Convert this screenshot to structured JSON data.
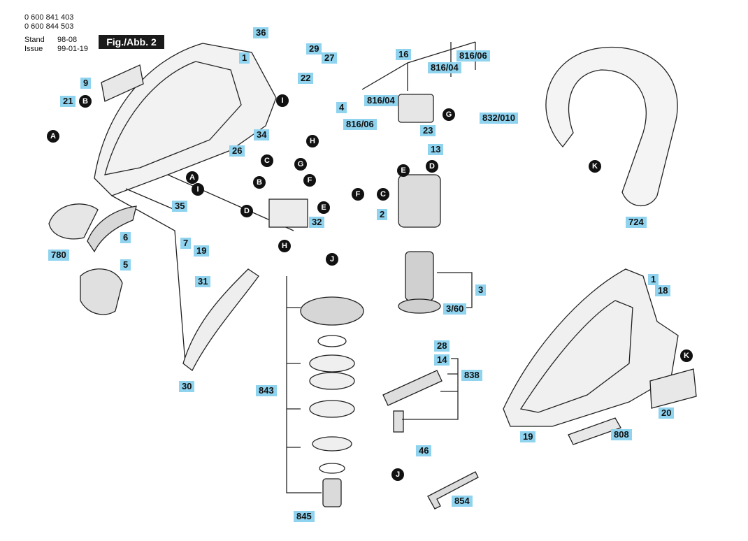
{
  "header": {
    "part_numbers": [
      "0 600 841 403",
      "0 600 844 503"
    ],
    "stand_label": "Stand",
    "stand_value": "98-08",
    "issue_label": "Issue",
    "issue_value": "99-01-19",
    "figure_label": "Fig./Abb. 2"
  },
  "labels": [
    "36",
    "1",
    "29",
    "27",
    "22",
    "4",
    "9",
    "21",
    "34",
    "26",
    "16",
    "816/06",
    "816/04",
    "816/04",
    "816/06",
    "832/010",
    "23",
    "13",
    "2",
    "35",
    "780",
    "6",
    "7",
    "19",
    "5",
    "32",
    "31",
    "30",
    "843",
    "28",
    "14",
    "838",
    "3",
    "3/60",
    "46",
    "854",
    "845",
    "724",
    "1",
    "18",
    "20",
    "19",
    "808"
  ],
  "markers": [
    "B",
    "A",
    "I",
    "H",
    "C",
    "G",
    "B",
    "F",
    "E",
    "D",
    "H",
    "A",
    "I",
    "G",
    "E",
    "D",
    "C",
    "F",
    "J",
    "J",
    "K",
    "K"
  ],
  "colors": {
    "label_fill": "#8fd3ef",
    "marker_fill": "#111111",
    "figure_fill": "#1a1a1a"
  }
}
